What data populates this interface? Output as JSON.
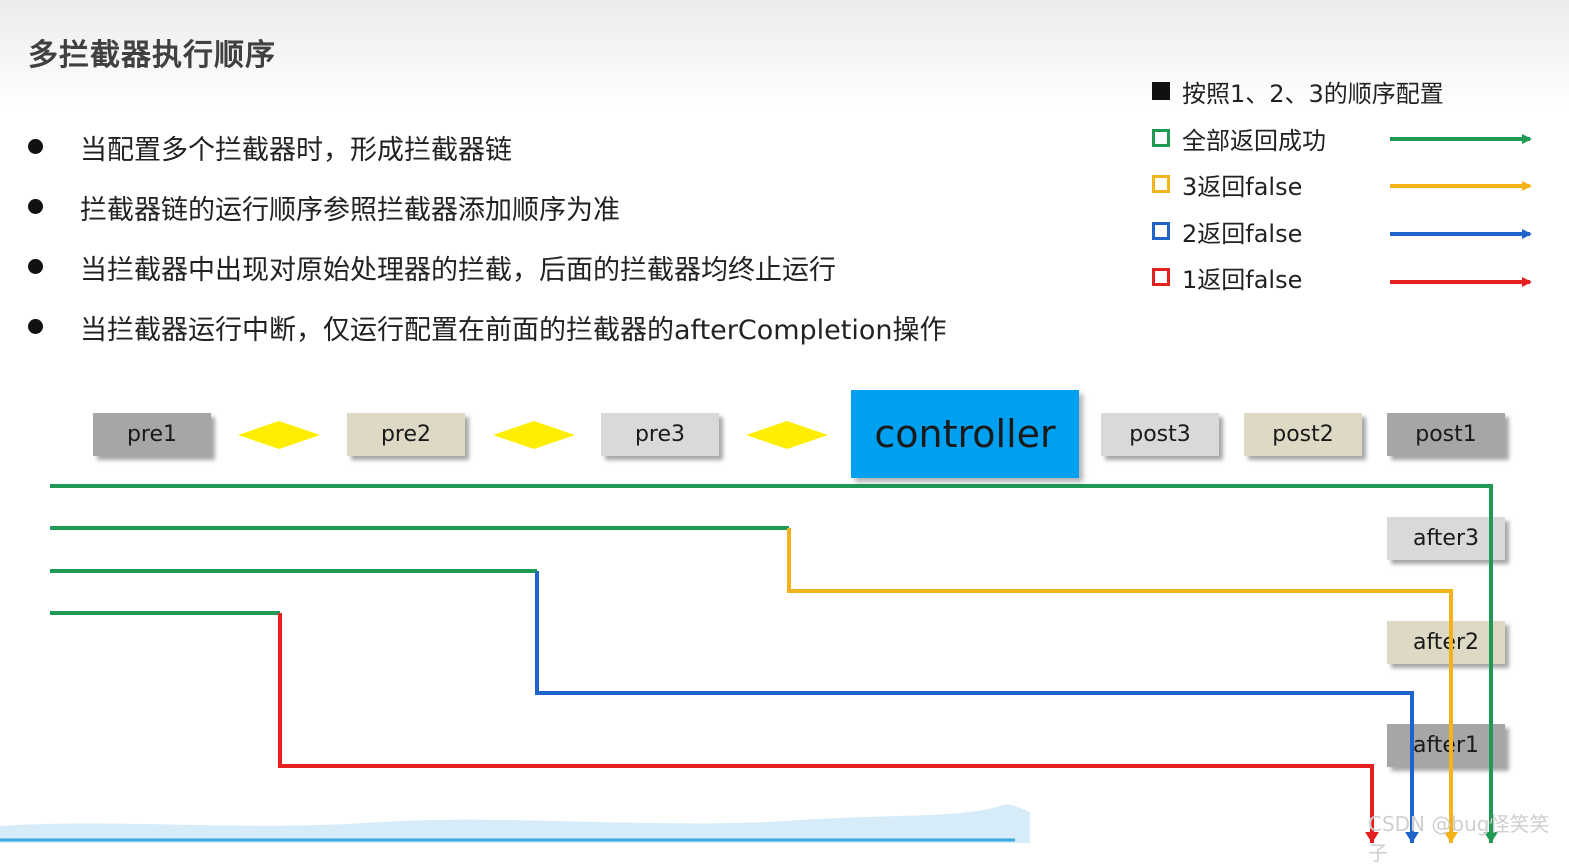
{
  "title": "多拦截器执行顺序",
  "bullets": [
    "当配置多个拦截器时，形成拦截器链",
    "拦截器链的运行顺序参照拦截器添加顺序为准",
    "当拦截器中出现对原始处理器的拦截，后面的拦截器均终止运行",
    "当拦截器运行中断，仅运行配置在前面的拦截器的afterCompletion操作"
  ],
  "legend": [
    {
      "label": "按照1、2、3的顺序配置",
      "marker": "filled-square",
      "color": "#1a1a1a"
    },
    {
      "label": "全部返回成功",
      "marker": "square",
      "color": "#1e9a55"
    },
    {
      "label": "3返回false",
      "marker": "square",
      "color": "#f5b31a"
    },
    {
      "label": "2返回false",
      "marker": "square",
      "color": "#1f64c8"
    },
    {
      "label": "1返回false",
      "marker": "square",
      "color": "#e52020"
    }
  ],
  "flow": {
    "pre1": "pre1",
    "pre2": "pre2",
    "pre3": "pre3",
    "controller": "controller",
    "post3": "post3",
    "post2": "post2",
    "post1": "post1",
    "after3": "after3",
    "after2": "after2",
    "after1": "after1"
  },
  "colors": {
    "green": "#1e9a55",
    "yellow": "#f5b31a",
    "blue": "#1f64c8",
    "red": "#e52020",
    "diamond": "#ffee00",
    "controller": "#00a0f0"
  },
  "watermark": "CSDN @bug怪笑笑子"
}
